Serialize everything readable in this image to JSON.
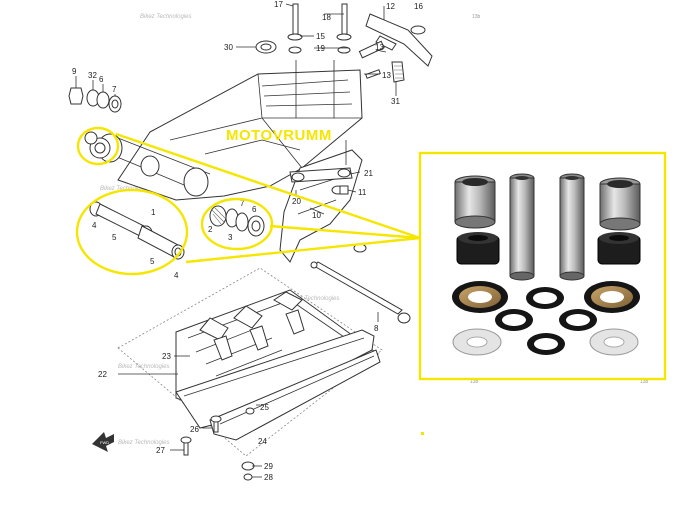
{
  "brand": {
    "text": "MOTOVRUMM",
    "color": "#f5e600"
  },
  "highlight_color": "#f5e600",
  "watermark": {
    "text": "Bikez Technologies"
  },
  "corner_marks": [
    "13b",
    "13b",
    "13b"
  ],
  "front_arrow": {
    "label": "FWD"
  },
  "callouts": {
    "c1": "1",
    "c2": "2",
    "c3": "3",
    "c4": "4",
    "c5": "5",
    "c6": "6",
    "c7": "7",
    "c8": "8",
    "c9": "9",
    "c10": "10",
    "c11": "11",
    "c12": "12",
    "c13": "13",
    "c15": "15",
    "c16": "16",
    "c17": "17",
    "c18": "18",
    "c19": "19",
    "c20": "20",
    "c21": "21",
    "c22": "22",
    "c23": "23",
    "c24": "24",
    "c25": "25",
    "c26": "26",
    "c27": "27",
    "c28": "28",
    "c29": "29",
    "c30": "30",
    "c31": "31",
    "c32": "32"
  },
  "kit_components": [
    "needle-bearing-left",
    "bushing-sleeve-left",
    "bushing-sleeve-right",
    "needle-bearing-right",
    "dust-collar-left",
    "dust-collar-right",
    "seal-large-left",
    "seal-small-top",
    "seal-large-right",
    "seal-small-mid-left",
    "seal-small-mid-right",
    "washer-left",
    "seal-small-bottom",
    "washer-right"
  ]
}
